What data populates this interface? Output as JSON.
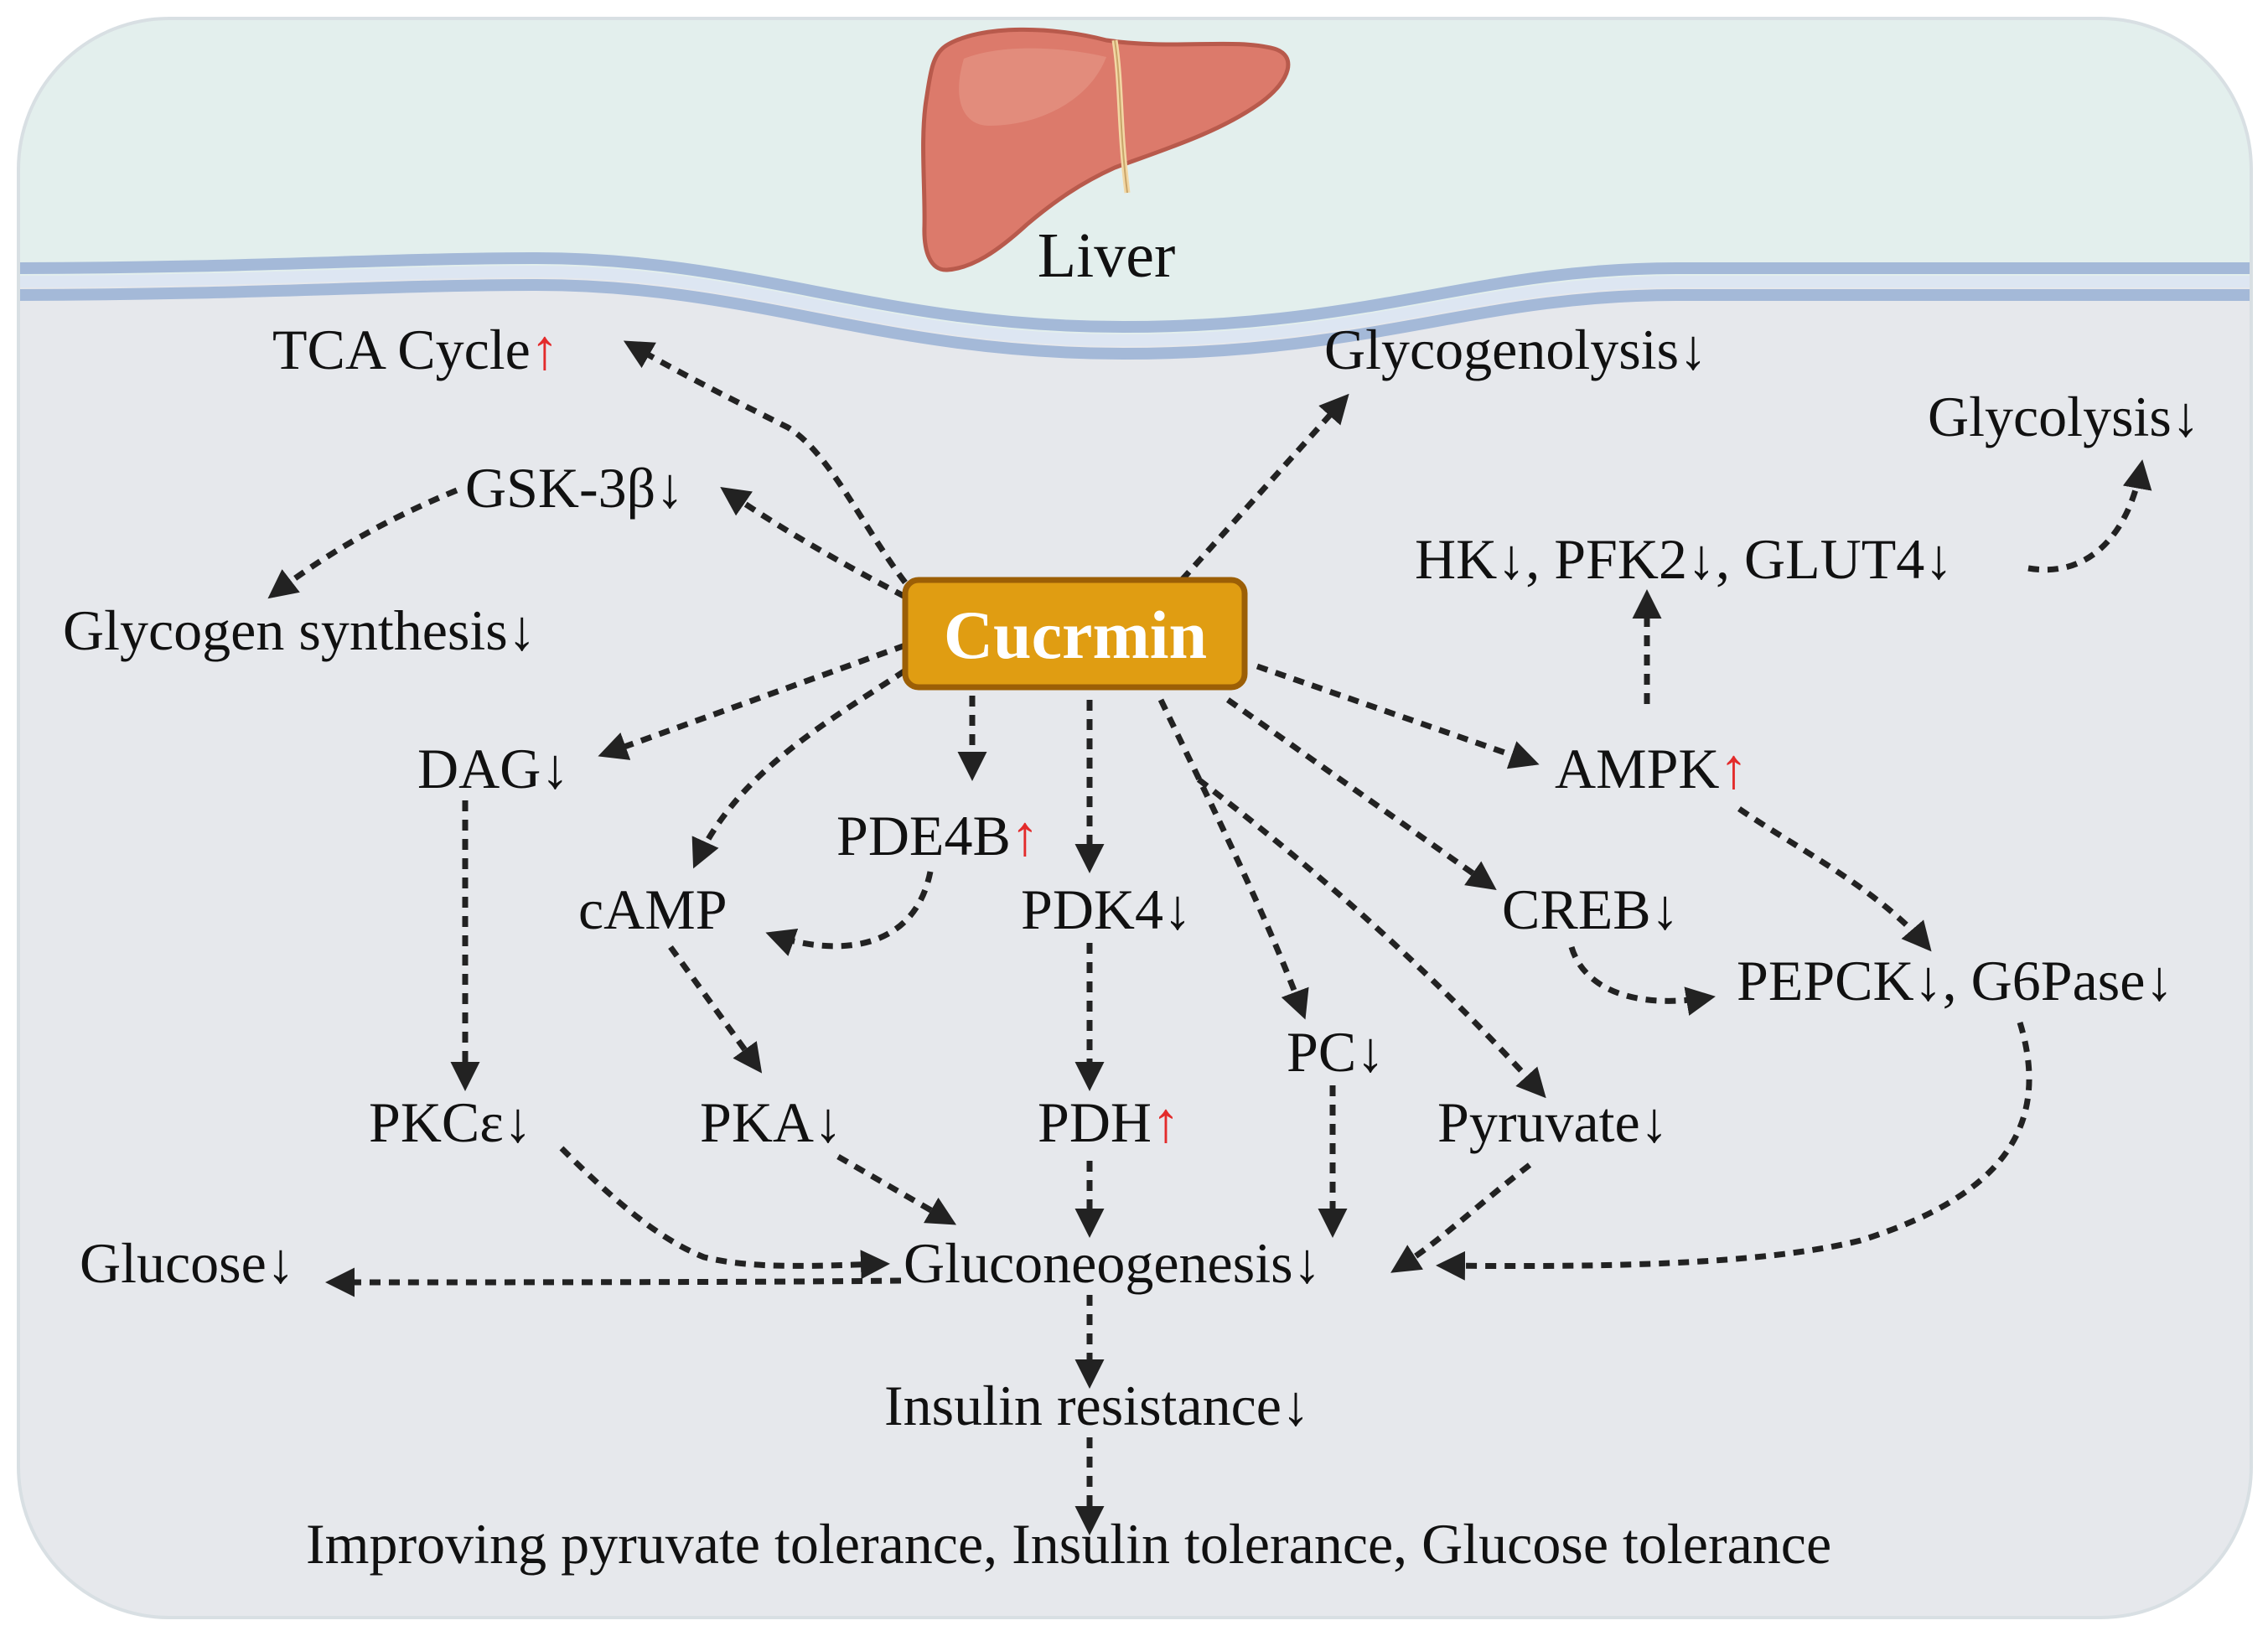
{
  "organ": {
    "label": "Liver",
    "icon": "liver-icon"
  },
  "center": {
    "label": "Cucrmin",
    "fill": "#e09d12",
    "stroke": "#9c5f06",
    "text_color": "#ffffff"
  },
  "colors": {
    "outer_bg": "#e3efed",
    "inner_bg": "#e6e8ec",
    "membrane": "#a4b9d8",
    "arrow": "#222222",
    "up_arrow": "#e32b2b"
  },
  "nodes": {
    "tca": {
      "text": "TCA Cycle",
      "arrow": "↑"
    },
    "glycogenolysis": {
      "text": "Glycogenolysis↓"
    },
    "glycolysis": {
      "text": "Glycolysis↓"
    },
    "gsk3b": {
      "text": "GSK-3β↓"
    },
    "hk_pfk2_glut4": {
      "text": "HK↓, PFK2↓, GLUT4↓"
    },
    "glycogen_synthesis": {
      "text": "Glycogen synthesis↓"
    },
    "dag": {
      "text": "DAG↓"
    },
    "ampk": {
      "text": "AMPK",
      "arrow": "↑"
    },
    "pde4b": {
      "text": "PDE4B",
      "arrow": "↑"
    },
    "camp": {
      "text": "cAMP"
    },
    "pdk4": {
      "text": "PDK4↓"
    },
    "creb": {
      "text": "CREB↓"
    },
    "pepck_g6pase": {
      "text": "PEPCK↓, G6Pase↓"
    },
    "pc": {
      "text": "PC↓"
    },
    "pkce": {
      "text": "PKCε↓"
    },
    "pka": {
      "text": "PKA↓"
    },
    "pdh": {
      "text": "PDH",
      "arrow": "↑"
    },
    "pyruvate": {
      "text": "Pyruvate↓"
    },
    "glucose": {
      "text": "Glucose↓"
    },
    "gluconeogenesis": {
      "text": "Gluconeogenesis↓"
    },
    "insulin_resistance": {
      "text": "Insulin resistance↓"
    },
    "outcome": {
      "text": "Improving pyruvate tolerance, Insulin tolerance, Glucose tolerance"
    }
  }
}
